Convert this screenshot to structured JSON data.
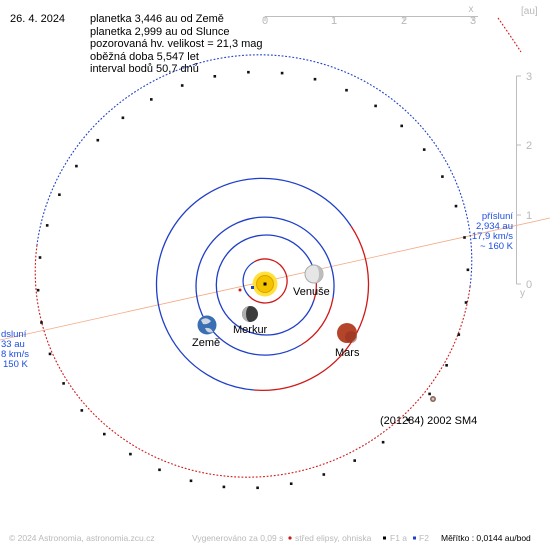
{
  "header": {
    "date": "26. 4. 2024",
    "lines": [
      "planetka 3,446 au od Země",
      "planetka 2,999 au od Slunce",
      "pozorovaná hv. velikost = 21,3 mag",
      "oběžná doba 5,547 let",
      "interval bodů 50,7 dnů"
    ]
  },
  "axes": {
    "unit_label": "[au]",
    "x_axis_label": "x",
    "y_axis_label": "y",
    "x_ticks": [
      "0",
      "1",
      "2",
      "3"
    ],
    "y_ticks": [
      "3",
      "2",
      "1",
      "0"
    ]
  },
  "bodies": {
    "sun": {
      "name": "",
      "color": "#f5c400"
    },
    "venus": {
      "name": "Venuše",
      "color": "#d8d8d8"
    },
    "mercury": {
      "name": "Merkur",
      "color": "#555555"
    },
    "earth": {
      "name": "Země",
      "color": "#3a6fb3"
    },
    "mars": {
      "name": "Mars",
      "color": "#b5452a"
    },
    "asteroid": {
      "name": "(201284) 2002 SM4",
      "color": "#8a6a5a"
    }
  },
  "apsides": {
    "perihelion": {
      "title": "přísluní",
      "distance": "2,934 au",
      "speed": "17,9 km/s",
      "temperature": "~ 160 K"
    },
    "aphelion": {
      "title": "dsluní",
      "distance": "33 au",
      "speed": "8 km/s",
      "temperature": "150 K"
    }
  },
  "footer": {
    "copyright": "© 2024 Astronomia, astronomia.zcu.cz",
    "generated": "Vygenerováno za 0,09 s",
    "legend_center": "střed elipsy, ohniska",
    "legend_f1": "F1 a",
    "legend_f2": "F2",
    "scale": "Měřítko : 0,0144 au/bod"
  },
  "colors": {
    "orbit_blue": "#1f3fc8",
    "orbit_red": "#d01818",
    "apsis_line": "#f4a882",
    "axis": "#bdbdbd",
    "label_blue": "#1d4fe0"
  }
}
